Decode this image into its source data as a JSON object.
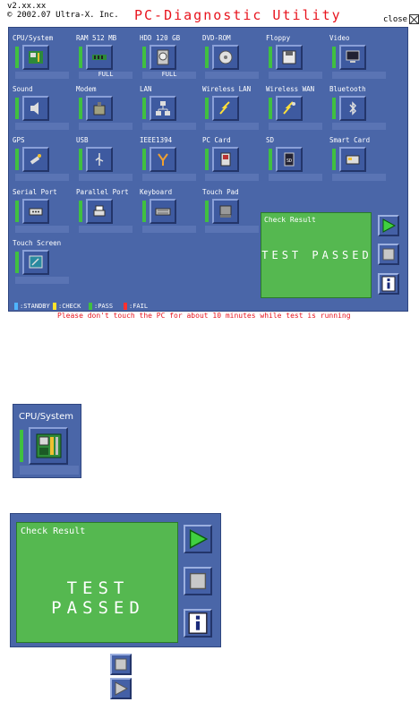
{
  "header": {
    "version": "v2.xx.xx",
    "copyright": "© 2002.07 Ultra-X. Inc.",
    "title": "PC-Diagnostic Utility",
    "close_label": "close"
  },
  "devices": [
    {
      "label": "CPU/System",
      "status": "",
      "icon": "cpu-board-icon"
    },
    {
      "label": "RAM 512 MB",
      "status": "FULL",
      "icon": "ram-stick-icon"
    },
    {
      "label": "HDD 120 GB",
      "status": "FULL",
      "icon": "hard-drive-icon"
    },
    {
      "label": "DVD-ROM",
      "status": "",
      "icon": "disc-icon"
    },
    {
      "label": "Floppy",
      "status": "",
      "icon": "floppy-icon"
    },
    {
      "label": "Video",
      "status": "",
      "icon": "monitor-icon"
    },
    {
      "label": "Sound",
      "status": "",
      "icon": "speaker-icon"
    },
    {
      "label": "Modem",
      "status": "",
      "icon": "modem-icon"
    },
    {
      "label": "LAN",
      "status": "",
      "icon": "network-icon"
    },
    {
      "label": "Wireless LAN",
      "status": "",
      "icon": "wireless-lan-icon"
    },
    {
      "label": "Wireless WAN",
      "status": "",
      "icon": "wireless-wan-icon"
    },
    {
      "label": "Bluetooth",
      "status": "",
      "icon": "bluetooth-icon"
    },
    {
      "label": "GPS",
      "status": "",
      "icon": "satellite-icon"
    },
    {
      "label": "USB",
      "status": "",
      "icon": "usb-icon"
    },
    {
      "label": "IEEE1394",
      "status": "",
      "icon": "firewire-icon"
    },
    {
      "label": "PC Card",
      "status": "",
      "icon": "pc-card-icon"
    },
    {
      "label": "SD",
      "status": "",
      "icon": "sd-card-icon"
    },
    {
      "label": "Smart Card",
      "status": "",
      "icon": "smart-card-icon"
    },
    {
      "label": "Serial Port",
      "status": "",
      "icon": "serial-port-icon"
    },
    {
      "label": "Parallel Port",
      "status": "",
      "icon": "printer-icon"
    },
    {
      "label": "Keyboard",
      "status": "",
      "icon": "keyboard-icon"
    },
    {
      "label": "Touch Pad",
      "status": "",
      "icon": "touchpad-icon"
    },
    {
      "label": "Touch Screen",
      "status": "",
      "icon": "touch-screen-icon"
    }
  ],
  "result": {
    "title": "Check Result",
    "value": "TEST PASSED"
  },
  "legend": [
    {
      "label": ":STANDBY",
      "color": "#4fb4ff"
    },
    {
      "label": ":CHECK",
      "color": "#ffe22a"
    },
    {
      "label": ":PASS",
      "color": "#40c040"
    },
    {
      "label": ":FAIL",
      "color": "#ff3030"
    }
  ],
  "warning": "Please don't touch the PC for about 10 minutes while test is running",
  "zoom": {
    "device_label": "CPU/System",
    "result_title": "Check Result",
    "result_value": "TEST PASSED"
  },
  "colors": {
    "panel": "#4a66a8",
    "pass": "#55b850",
    "status_bar": "#40c040",
    "title": "#e8141e"
  }
}
